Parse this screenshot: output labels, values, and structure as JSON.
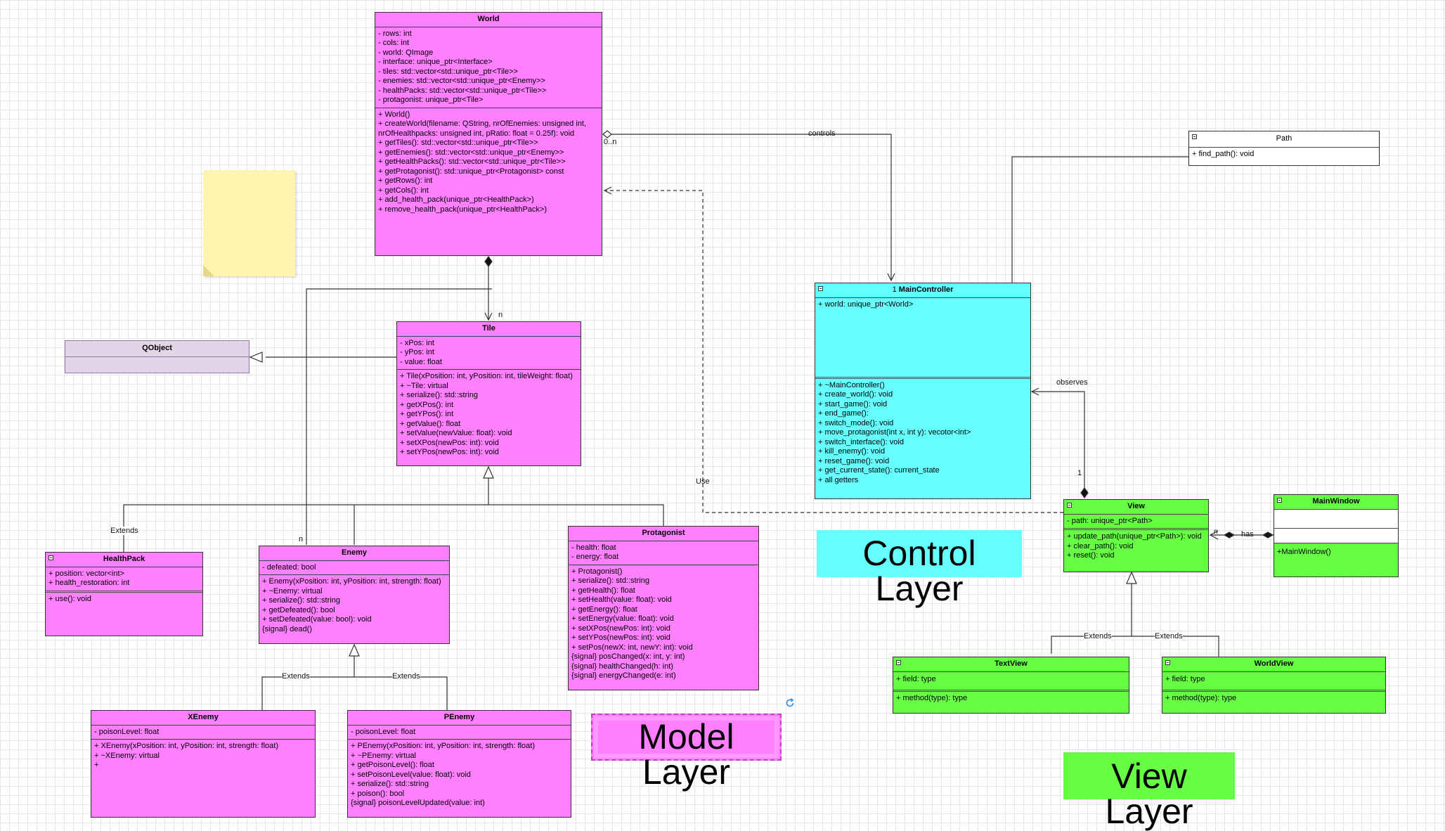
{
  "classes": {
    "world": {
      "name": "World",
      "attributes": [
        "- rows: int",
        "- cols: int",
        "- world: QImage",
        "- interface: unique_ptr<Interface>",
        "- tiles: std::vector<std::unique_ptr<Tile>>",
        "- enemies: std::vector<std::unique_ptr<Enemy>>",
        "- healthPacks: std::vector<std::unique_ptr<Tile>>",
        "- protagonist: unique_ptr<Tile>"
      ],
      "methods": [
        "+ World()",
        "+ createWorld(filename: QString, nrOfEnemies: unsigned int,",
        "nrOfHealthpacks: unsigned int, pRatio: float = 0.25f): void",
        "+ getTiles(): std::vector<std::unique_ptr<Tile>>",
        "+ getEnemies(): std::vector<std::unique_ptr<Enemy>>",
        "+ getHealthPacks(): std::vector<std::unique_ptr<Tile>>",
        "+ getProtagonist(): std::unique_ptr<Protagonist> const",
        "+ getRows(): int",
        "+ getCols(): int",
        "+ add_health_pack(unique_ptr<HealthPack>)",
        "+ remove_health_pack(unique_ptr<HealthPack>)"
      ]
    },
    "tile": {
      "name": "Tile",
      "attributes": [
        "- xPos: int",
        "- yPos: int",
        "- value: float"
      ],
      "methods": [
        "+ Tile(xPosition: int, yPosition: int, tileWeight: float)",
        "+ ~Tile: virtual",
        "+ serialize(): std::string",
        "+ getXPos(): int",
        "+ getYPos(): int",
        "+ getValue(): float",
        "+ setValue(newValue: float): void",
        "+ setXPos(newPos: int): void",
        "+ setYPos(newPos: int): void"
      ]
    },
    "qobject": {
      "name": "QObject"
    },
    "healthpack": {
      "name": "HealthPack",
      "attributes": [
        "+ position: vector<int>",
        "+ health_restoration: int"
      ],
      "methods": [
        "+ use(): void"
      ]
    },
    "enemy": {
      "name": "Enemy",
      "attributes": [
        "- defeated: bool"
      ],
      "methods": [
        "+ Enemy(xPosition: int, yPosition: int, strength: float)",
        "+ ~Enemy: virtual",
        "+ serialize(): std::string",
        "+ getDefeated(): bool",
        "+ setDefeated(value: bool): void",
        "{signal} dead()"
      ]
    },
    "protagonist": {
      "name": "Protagonist",
      "attributes": [
        "- health: float",
        "- energy: float"
      ],
      "methods": [
        "+ Protagonist()",
        "+ serialize(): std::string",
        "+ getHealth(): float",
        "+ setHealth(value: float): void",
        "+ getEnergy(): float",
        "+ setEnergy(value: float): void",
        "+ setXPos(newPos: int): void",
        "+ setYPos(newPos: int): void",
        "+ setPos(newX: int, newY: int): void",
        "{signal} posChanged(x: int, y: int)",
        "{signal} healthChanged(h: int)",
        "{signal} energyChanged(e: int)"
      ]
    },
    "xenemy": {
      "name": "XEnemy",
      "attributes": [
        "- poisonLevel: float"
      ],
      "methods": [
        "+ XEnemy(xPosition: int, yPosition: int, strength: float)",
        "+ ~XEnemy: virtual",
        "+"
      ]
    },
    "penemy": {
      "name": "PEnemy",
      "attributes": [
        "- poisonLevel: float"
      ],
      "methods": [
        "+ PEnemy(xPosition: int, yPosition: int, strength: float)",
        "+ ~PEnemy: virtual",
        "+ getPoisonLevel(): float",
        "+ setPoisonLevel(value: float): void",
        "+ serialize(): std::string",
        "+ poison(): bool",
        "{signal} poisonLevelUpdated(value: int)"
      ]
    },
    "maincontroller": {
      "name": "MainController",
      "multiplicity": "1",
      "attributes": [
        "+ world: unique_ptr<World>"
      ],
      "methods": [
        "+ ~MainController()",
        "+ create_world(): void",
        "+ start_game(): void",
        "+ end_game():",
        "+ switch_mode(): void",
        "+ move_protagonist(int x, int y): vecotor<int>",
        "+ switch_interface(): void",
        "+ kill_enemy(): void",
        "+ reset_game(): void",
        "+ get_current_state(): current_state",
        "+ all getters"
      ]
    },
    "path": {
      "name": "Path",
      "methods": [
        "+ find_path(): void"
      ]
    },
    "view": {
      "name": "View",
      "attributes": [
        "- path: unique_ptr<Path>"
      ],
      "methods": [
        "+ update_path(unique_ptr<Path>): void",
        "+ clear_path(): void",
        "+ reset(): void"
      ]
    },
    "mainwindow": {
      "name": "MainWindow",
      "methods": [
        "+MainWindow()"
      ]
    },
    "textview": {
      "name": "TextView",
      "attributes": [
        "+ field: type"
      ],
      "methods": [
        "+ method(type): type"
      ]
    },
    "worldview": {
      "name": "WorldView",
      "attributes": [
        "+ field: type"
      ],
      "methods": [
        "+ method(type): type"
      ]
    }
  },
  "edge_labels": {
    "controls": "controls",
    "world_mult": "0..n",
    "tile_n": "n",
    "enemy_n": "n",
    "use": "Use",
    "observes": "observes",
    "observes_mult": "1",
    "has": "has",
    "has_n": "n",
    "extends_hp": "Extends",
    "extends_x": "Extends",
    "extends_p": "Extends",
    "extends_text": "Extends",
    "extends_world": "Extends"
  },
  "layers": {
    "control": "Control Layer",
    "model": "Model Layer",
    "view": "View Layer"
  },
  "colors": {
    "model": "#ff80ff",
    "control": "#66ffff",
    "view": "#66ff44",
    "qobject": "#e1d5e7",
    "note": "#fff4b0"
  }
}
